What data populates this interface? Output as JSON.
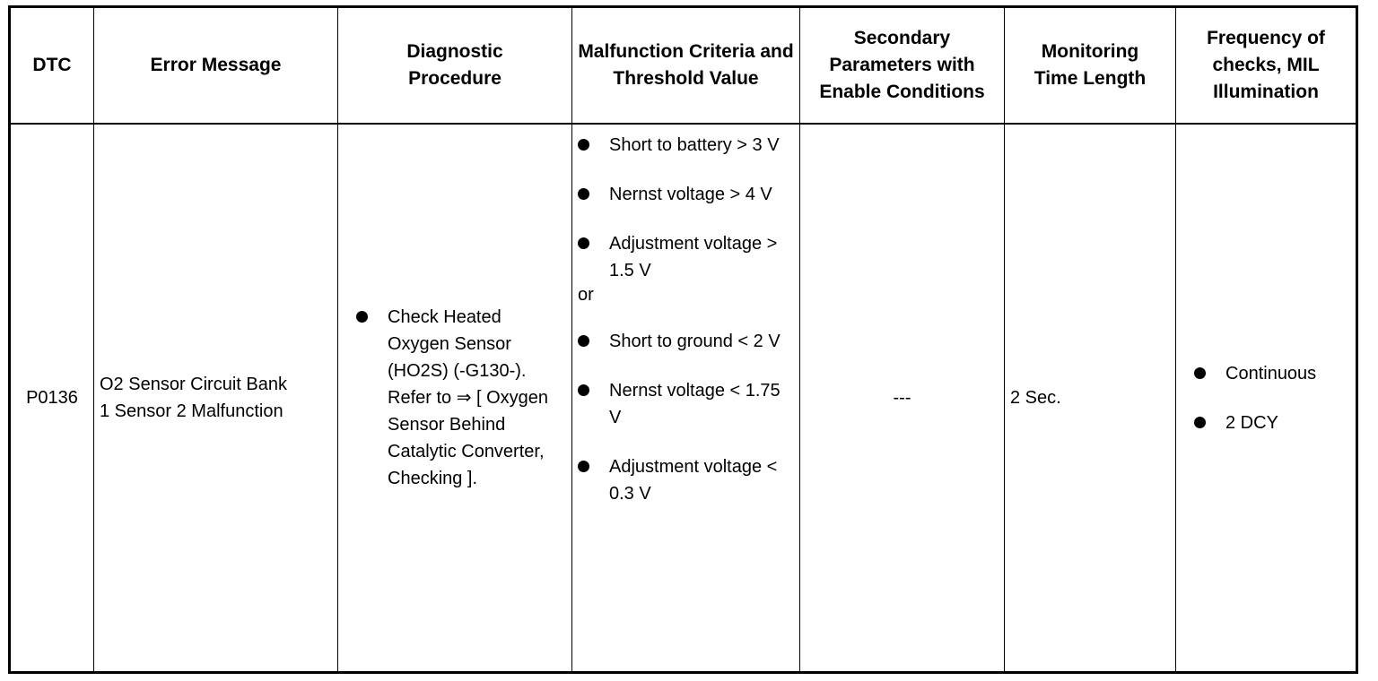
{
  "headers": {
    "dtc": "DTC",
    "error_message": "Error Message",
    "diagnostic_procedure": "Diagnostic Procedure",
    "malfunction_criteria": "Malfunction Criteria and Threshold Value",
    "secondary_parameters": "Secondary Parameters with Enable Conditions",
    "monitoring_time": "Monitoring Time Length",
    "frequency": "Frequency of checks, MIL Illumination"
  },
  "row": {
    "dtc": "P0136",
    "error_message": "O2 Sensor Circuit Bank 1 Sensor 2 Malfunction",
    "diagnostic_procedure": "Check Heated Oxygen Sensor (HO2S) (-G130-). Refer to ⇒ [ Oxygen Sensor Behind Catalytic Converter, Checking ].",
    "criteria_group_1": [
      "Short to battery > 3 V",
      "Nernst voltage > 4 V",
      "Adjustment voltage > 1.5 V"
    ],
    "criteria_separator": "or",
    "criteria_group_2": [
      "Short to ground < 2 V",
      "Nernst voltage < 1.75 V",
      "Adjustment voltage < 0.3 V"
    ],
    "secondary_parameters": "---",
    "monitoring_time": "2 Sec.",
    "frequency": [
      "Continuous",
      "2 DCY"
    ]
  }
}
